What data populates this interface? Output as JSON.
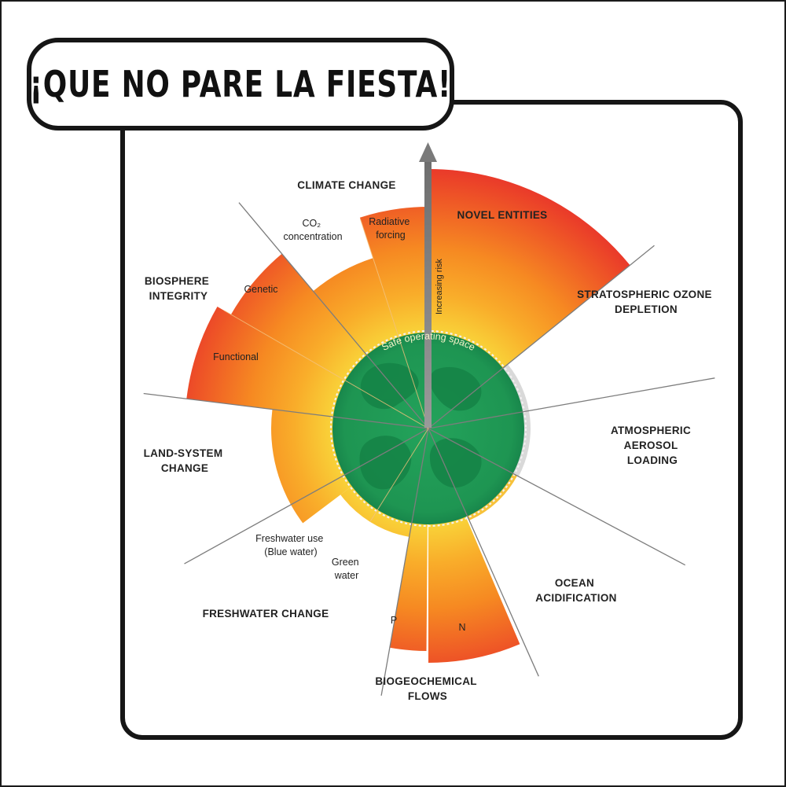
{
  "header": {
    "title": "¡QUE NO PARE LA FIESTA!"
  },
  "diagram": {
    "axis_label": "Increasing risk",
    "safe_space_label": "Safe operating space",
    "categories": [
      {
        "lines": [
          "CLIMATE CHANGE"
        ]
      },
      {
        "lines": [
          "NOVEL ENTITIES"
        ]
      },
      {
        "lines": [
          "STRATOSPHERIC OZONE",
          "DEPLETION"
        ]
      },
      {
        "lines": [
          "ATMOSPHERIC",
          "AEROSOL",
          "LOADING"
        ]
      },
      {
        "lines": [
          "OCEAN",
          "ACIDIFICATION"
        ]
      },
      {
        "lines": [
          "BIOGEOCHEMICAL",
          "FLOWS"
        ]
      },
      {
        "lines": [
          "FRESHWATER CHANGE"
        ]
      },
      {
        "lines": [
          "LAND-SYSTEM",
          "CHANGE"
        ]
      },
      {
        "lines": [
          "BIOSPHERE",
          "INTEGRITY"
        ]
      }
    ],
    "sub_labels": {
      "co2": [
        "CO₂",
        "concentration"
      ],
      "radiative": [
        "Radiative",
        "forcing"
      ],
      "genetic": [
        "Genetic"
      ],
      "functional": [
        "Functional"
      ],
      "blue_water": [
        "Freshwater use",
        "(Blue water)"
      ],
      "green_water": [
        "Green",
        "water"
      ],
      "p": [
        "P"
      ],
      "n": [
        "N"
      ]
    },
    "colors": {
      "safe": "#1f9a55",
      "safe_dark": "#15804a",
      "zone_yellow": "#f7c23a",
      "zone_orange": "#f7931e",
      "zone_red": "#e8312a",
      "ozone_gray": "#d0d0d0",
      "line": "#7d7d7d"
    }
  }
}
